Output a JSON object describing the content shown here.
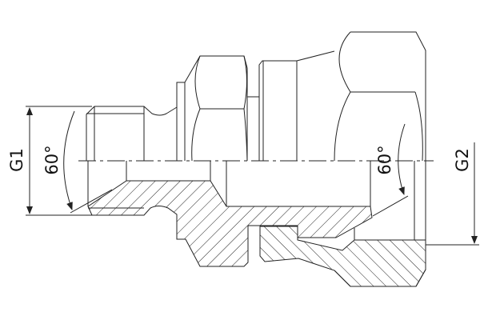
{
  "drawing": {
    "type": "fitting cross-section",
    "line_color": "#222222",
    "background": "#ffffff",
    "labels": {
      "thread_left": "G1",
      "thread_right": "G2",
      "angle_left": "60°",
      "angle_right": "60°"
    }
  }
}
